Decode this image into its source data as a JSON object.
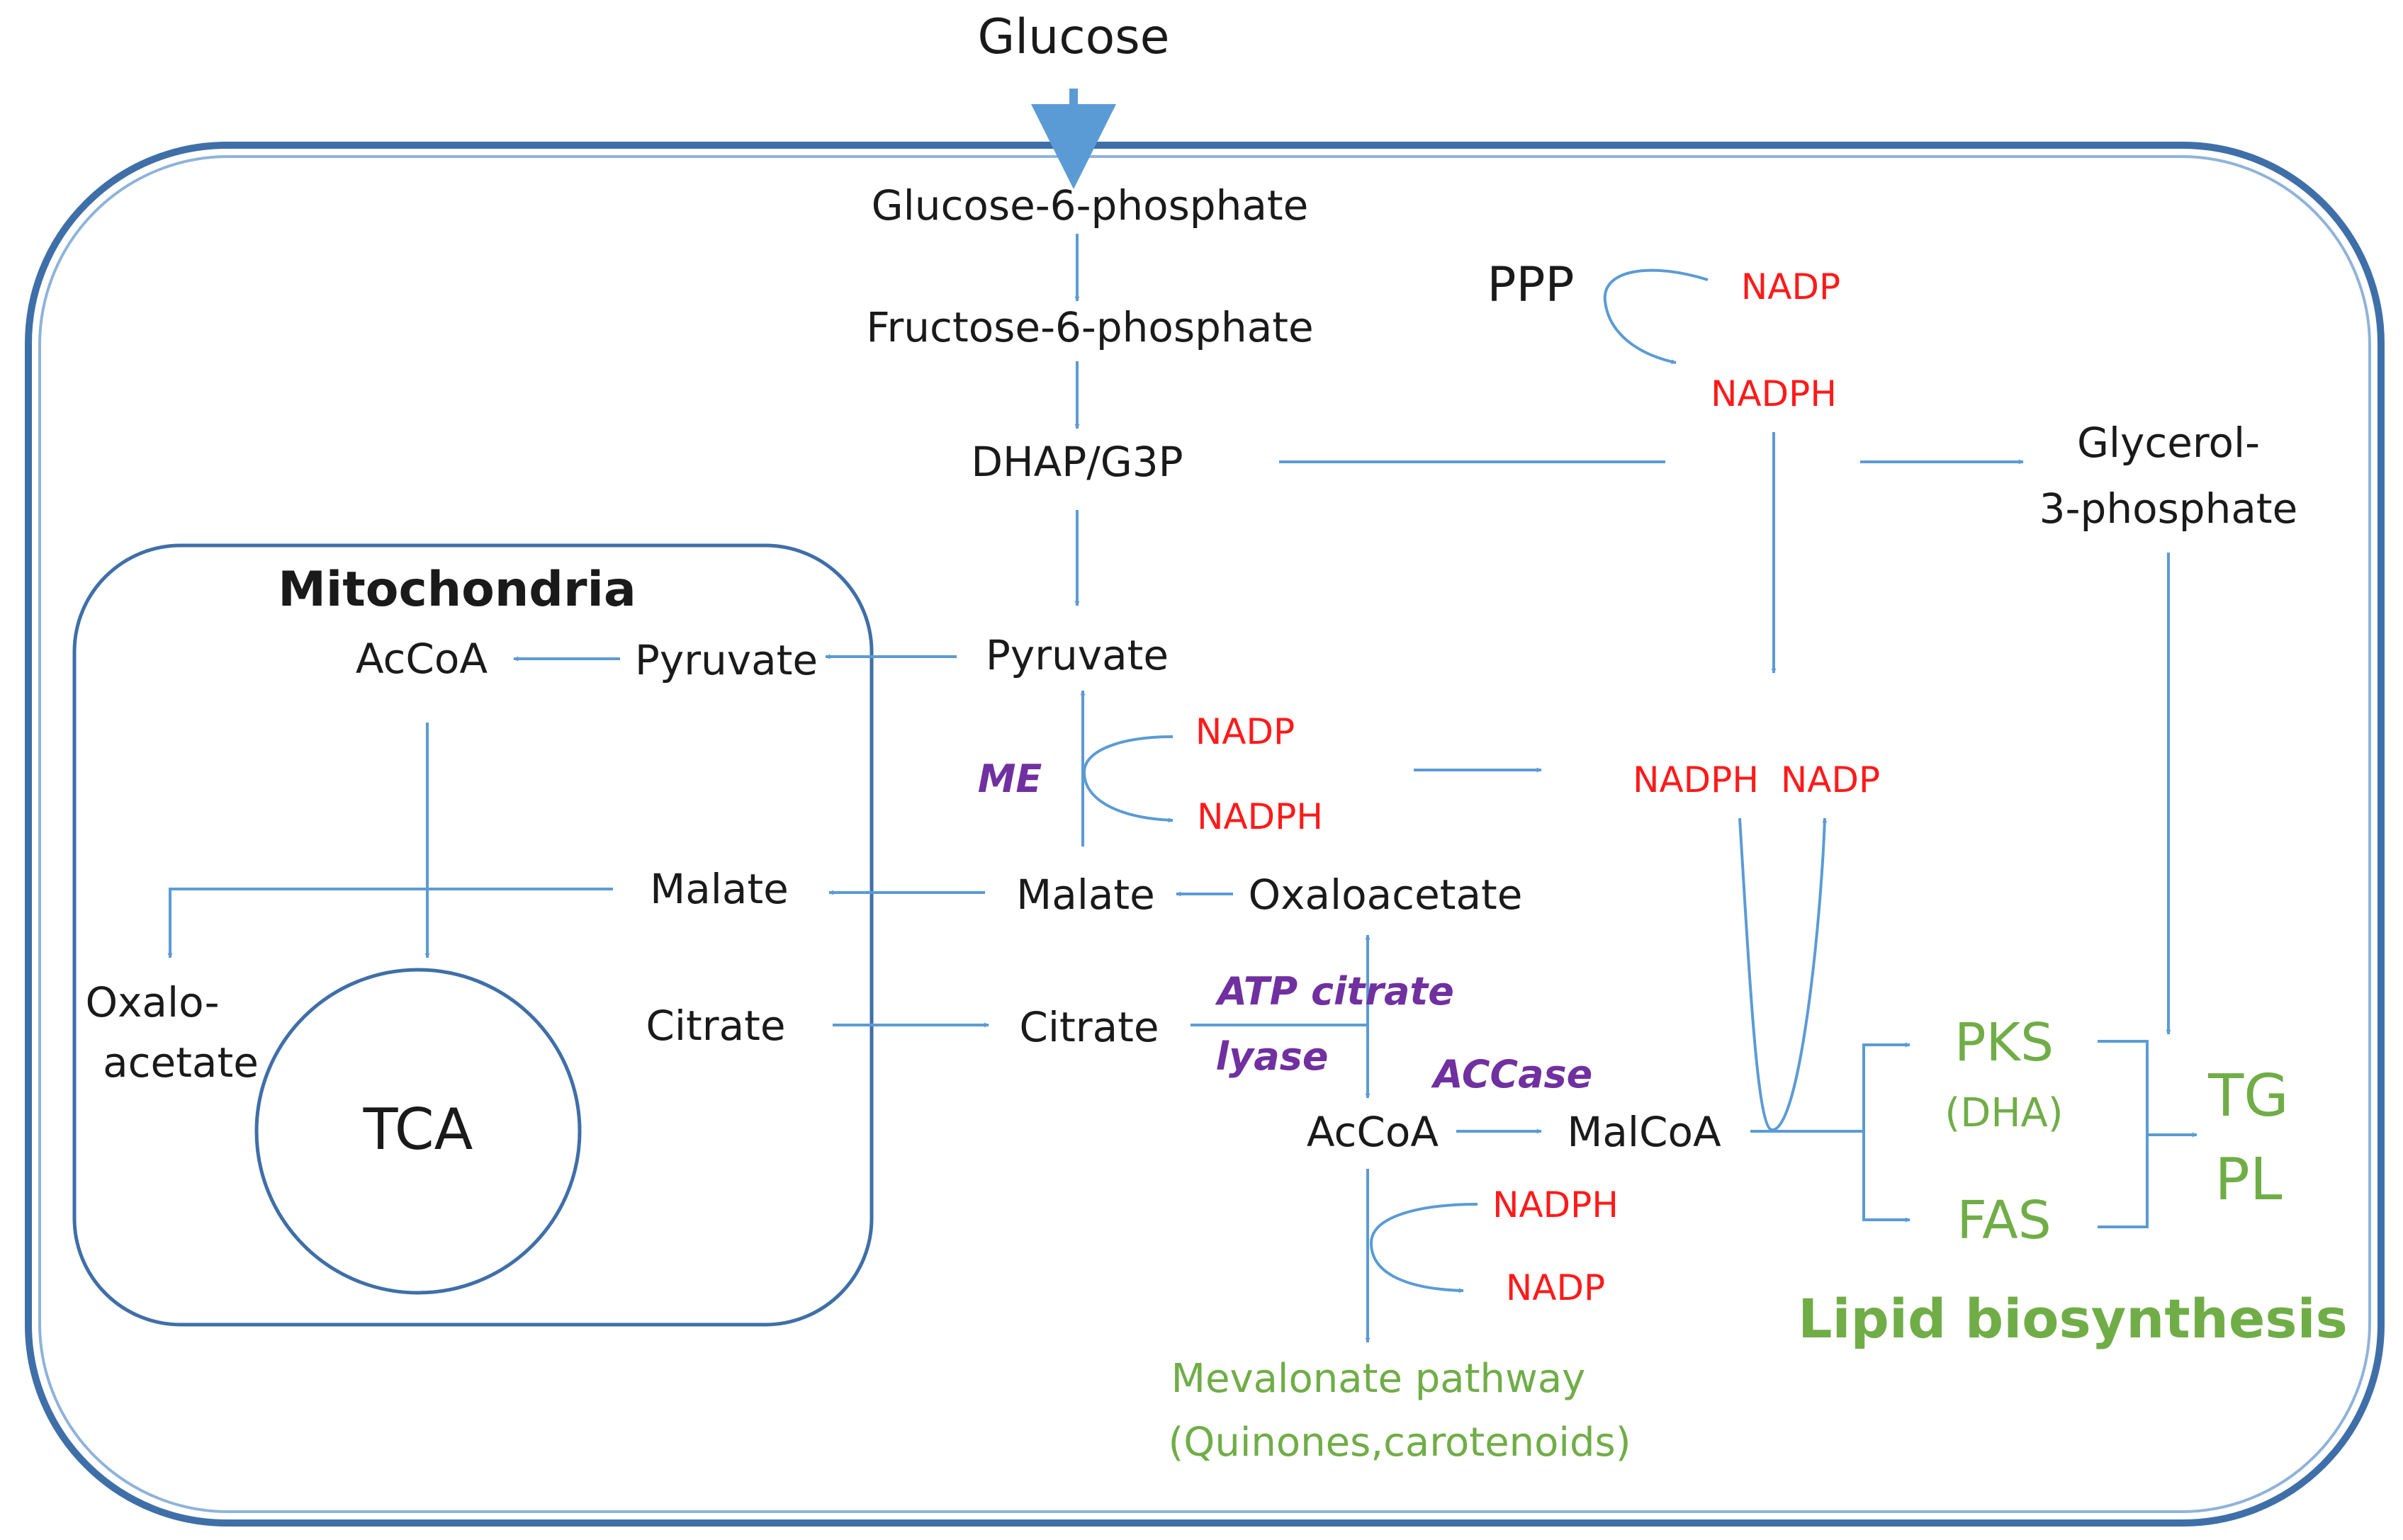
{
  "colors": {
    "arrow": "#5b9bd5",
    "cell_border": "#3f6fa8",
    "cofactor": "#ff1a1a",
    "enzyme": "#7030a0",
    "lipid": "#70ad47",
    "text": "#1a1a1a"
  },
  "labels": {
    "glucose": "Glucose",
    "g6p": "Glucose-6-phosphate",
    "f6p": "Fructose-6-phosphate",
    "dhap": "DHAP/G3P",
    "ppp": "PPP",
    "ppp_nadp": "NADP",
    "ppp_nadph": "NADPH",
    "glycerol_line1": "Glycerol-",
    "glycerol_line2": "3-phosphate",
    "pyruvate_cyto": "Pyruvate",
    "mitochondria": "Mitochondria",
    "acoa_mito": "AcCoA",
    "pyruvate_mito": "Pyruvate",
    "malate_mito": "Malate",
    "citrate_mito": "Citrate",
    "oxalo_line1": "Oxalo-",
    "oxalo_line2": "acetate",
    "tca": "TCA",
    "me": "ME",
    "me_nadp": "NADP",
    "me_nadph": "NADPH",
    "malate_cyto": "Malate",
    "oxaloacetate": "Oxaloacetate",
    "citrate_cyto": "Citrate",
    "acl_line1": "ATP citrate",
    "acl_line2": "lyase",
    "accase": "ACCase",
    "acoa_cyto": "AcCoA",
    "malcoa": "MalCoA",
    "pool_nadph": "NADPH",
    "pool_nadp": "NADP",
    "mev_nadph": "NADPH",
    "mev_nadp": "NADP",
    "pks": "PKS",
    "dha": "(DHA)",
    "fas": "FAS",
    "tg": "TG",
    "pl": "PL",
    "lipid_biosynthesis": "Lipid biosynthesis",
    "mevalonate_line1": "Mevalonate pathway",
    "mevalonate_line2": "(Quinones,carotenoids)"
  }
}
